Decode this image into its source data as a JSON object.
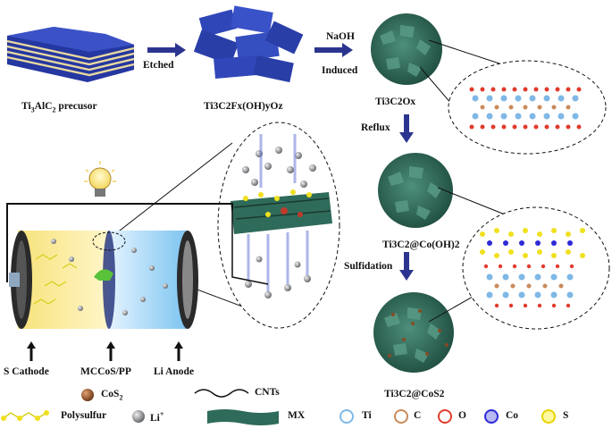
{
  "stages": {
    "precursor": {
      "base": "Ti",
      "s1": "3",
      "mid": "AlC",
      "s2": "2",
      "tail": " precusor"
    },
    "etched": {
      "text": "Ti3C2Fx(OH)yOz"
    },
    "naoh_mxene": {
      "text": "Ti3C2Ox"
    },
    "cooh": {
      "text": "Ti3C2@Co(OH)2"
    },
    "cos2": {
      "text": "Ti3C2@CoS2"
    }
  },
  "steps": {
    "etched": "Etched",
    "naoh": "NaOH",
    "induced": "Induced",
    "reflux": "Reflux",
    "sulfidation": "Sulfidation"
  },
  "battery": {
    "cathode": "S Cathode",
    "separator": "MCCoS/PP",
    "anode": "Li Anode"
  },
  "legend": {
    "cos2": "CoS",
    "cos2_sub": "2",
    "cnts": "CNTs",
    "polysulfur": "Polysulfur",
    "li": "Li",
    "li_sup": "+",
    "mx": "MX",
    "ti": "Ti",
    "c": "C",
    "o": "O",
    "co": "Co",
    "s": "S"
  },
  "colors": {
    "mxene_blue": "#2a3ea8",
    "mxene_green": "#2f6b5a",
    "ti_atom": "#7fb8e6",
    "c_atom": "#c98a5a",
    "o_atom": "#e23b2e",
    "co_atom": "#2c2ad8",
    "s_atom": "#f0e020",
    "arrow": "#2b3590",
    "li_atom": "#6e7075"
  }
}
